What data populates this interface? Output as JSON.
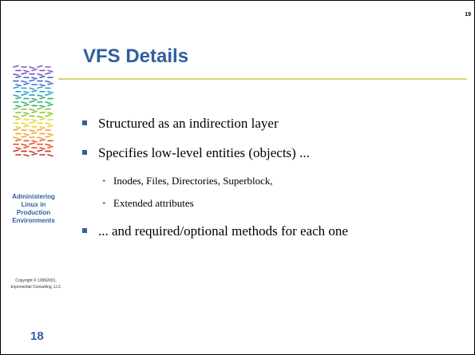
{
  "slide": {
    "corner_number": "19",
    "title": "VFS Details",
    "sidebar": {
      "course_title_lines": [
        "Administering",
        "Linux in",
        "Production",
        "Environments"
      ],
      "copyright_lines": [
        "Copyright © 19992001,",
        "Exponential Consulting, LLC"
      ],
      "page_number": "18"
    },
    "bullets": [
      {
        "text": "Structured as an indirection layer"
      },
      {
        "text": "Specifies low-level entities (objects) ..."
      },
      {
        "text": "... and required/optional methods for each one"
      }
    ],
    "sub_bullets": [
      {
        "text": "Inodes, Files, Directories, Superblock,"
      },
      {
        "text": "Extended attributes"
      }
    ],
    "colors": {
      "title": "#2f5f9f",
      "bullet_marker": "#2f5f9f",
      "sub_bullet_marker": "#4caf50",
      "title_rule": "#d9d46a"
    },
    "logo_icon": "colorful-dash-pattern-logo"
  }
}
